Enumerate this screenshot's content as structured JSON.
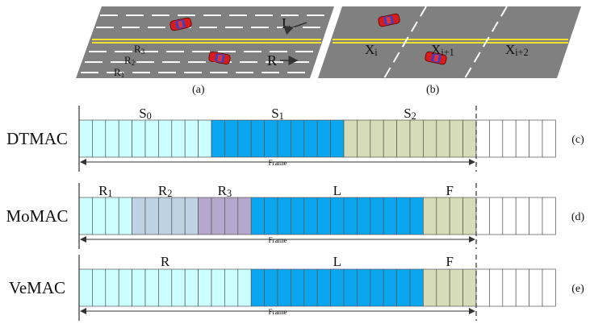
{
  "road_a": {
    "caption": "(a)",
    "lane_labels": [
      "R1",
      "R2",
      "R3"
    ],
    "dir_left": "L",
    "dir_right": "R"
  },
  "road_b": {
    "caption": "(b)",
    "segments": [
      "Xi",
      "Xi+1",
      "Xi+2"
    ]
  },
  "rows": [
    {
      "name": "DTMAC",
      "tag": "(c)",
      "frame_label": "Frame",
      "groups": [
        {
          "label": "S0",
          "slots": 10,
          "color": "#ccffff"
        },
        {
          "label": "S1",
          "slots": 10,
          "color": "#0aa6f0"
        },
        {
          "label": "S2",
          "slots": 10,
          "color": "#d6dcb8"
        }
      ],
      "tail_slots": 6
    },
    {
      "name": "MoMAC",
      "tag": "(d)",
      "frame_label": "Frame",
      "groups": [
        {
          "label": "R1",
          "slots": 4,
          "color": "#ccffff"
        },
        {
          "label": "R2",
          "slots": 5,
          "color": "#bdd2e2"
        },
        {
          "label": "R3",
          "slots": 4,
          "color": "#b6a8cc"
        },
        {
          "label": "L",
          "slots": 13,
          "color": "#0aa6f0"
        },
        {
          "label": "F",
          "slots": 4,
          "color": "#d6dcb8"
        }
      ],
      "tail_slots": 6
    },
    {
      "name": "VeMAC",
      "tag": "(e)",
      "frame_label": "Frame",
      "groups": [
        {
          "label": "R",
          "slots": 13,
          "color": "#ccffff"
        },
        {
          "label": "L",
          "slots": 13,
          "color": "#0aa6f0"
        },
        {
          "label": "F",
          "slots": 4,
          "color": "#d6dcb8"
        }
      ],
      "tail_slots": 6
    }
  ]
}
